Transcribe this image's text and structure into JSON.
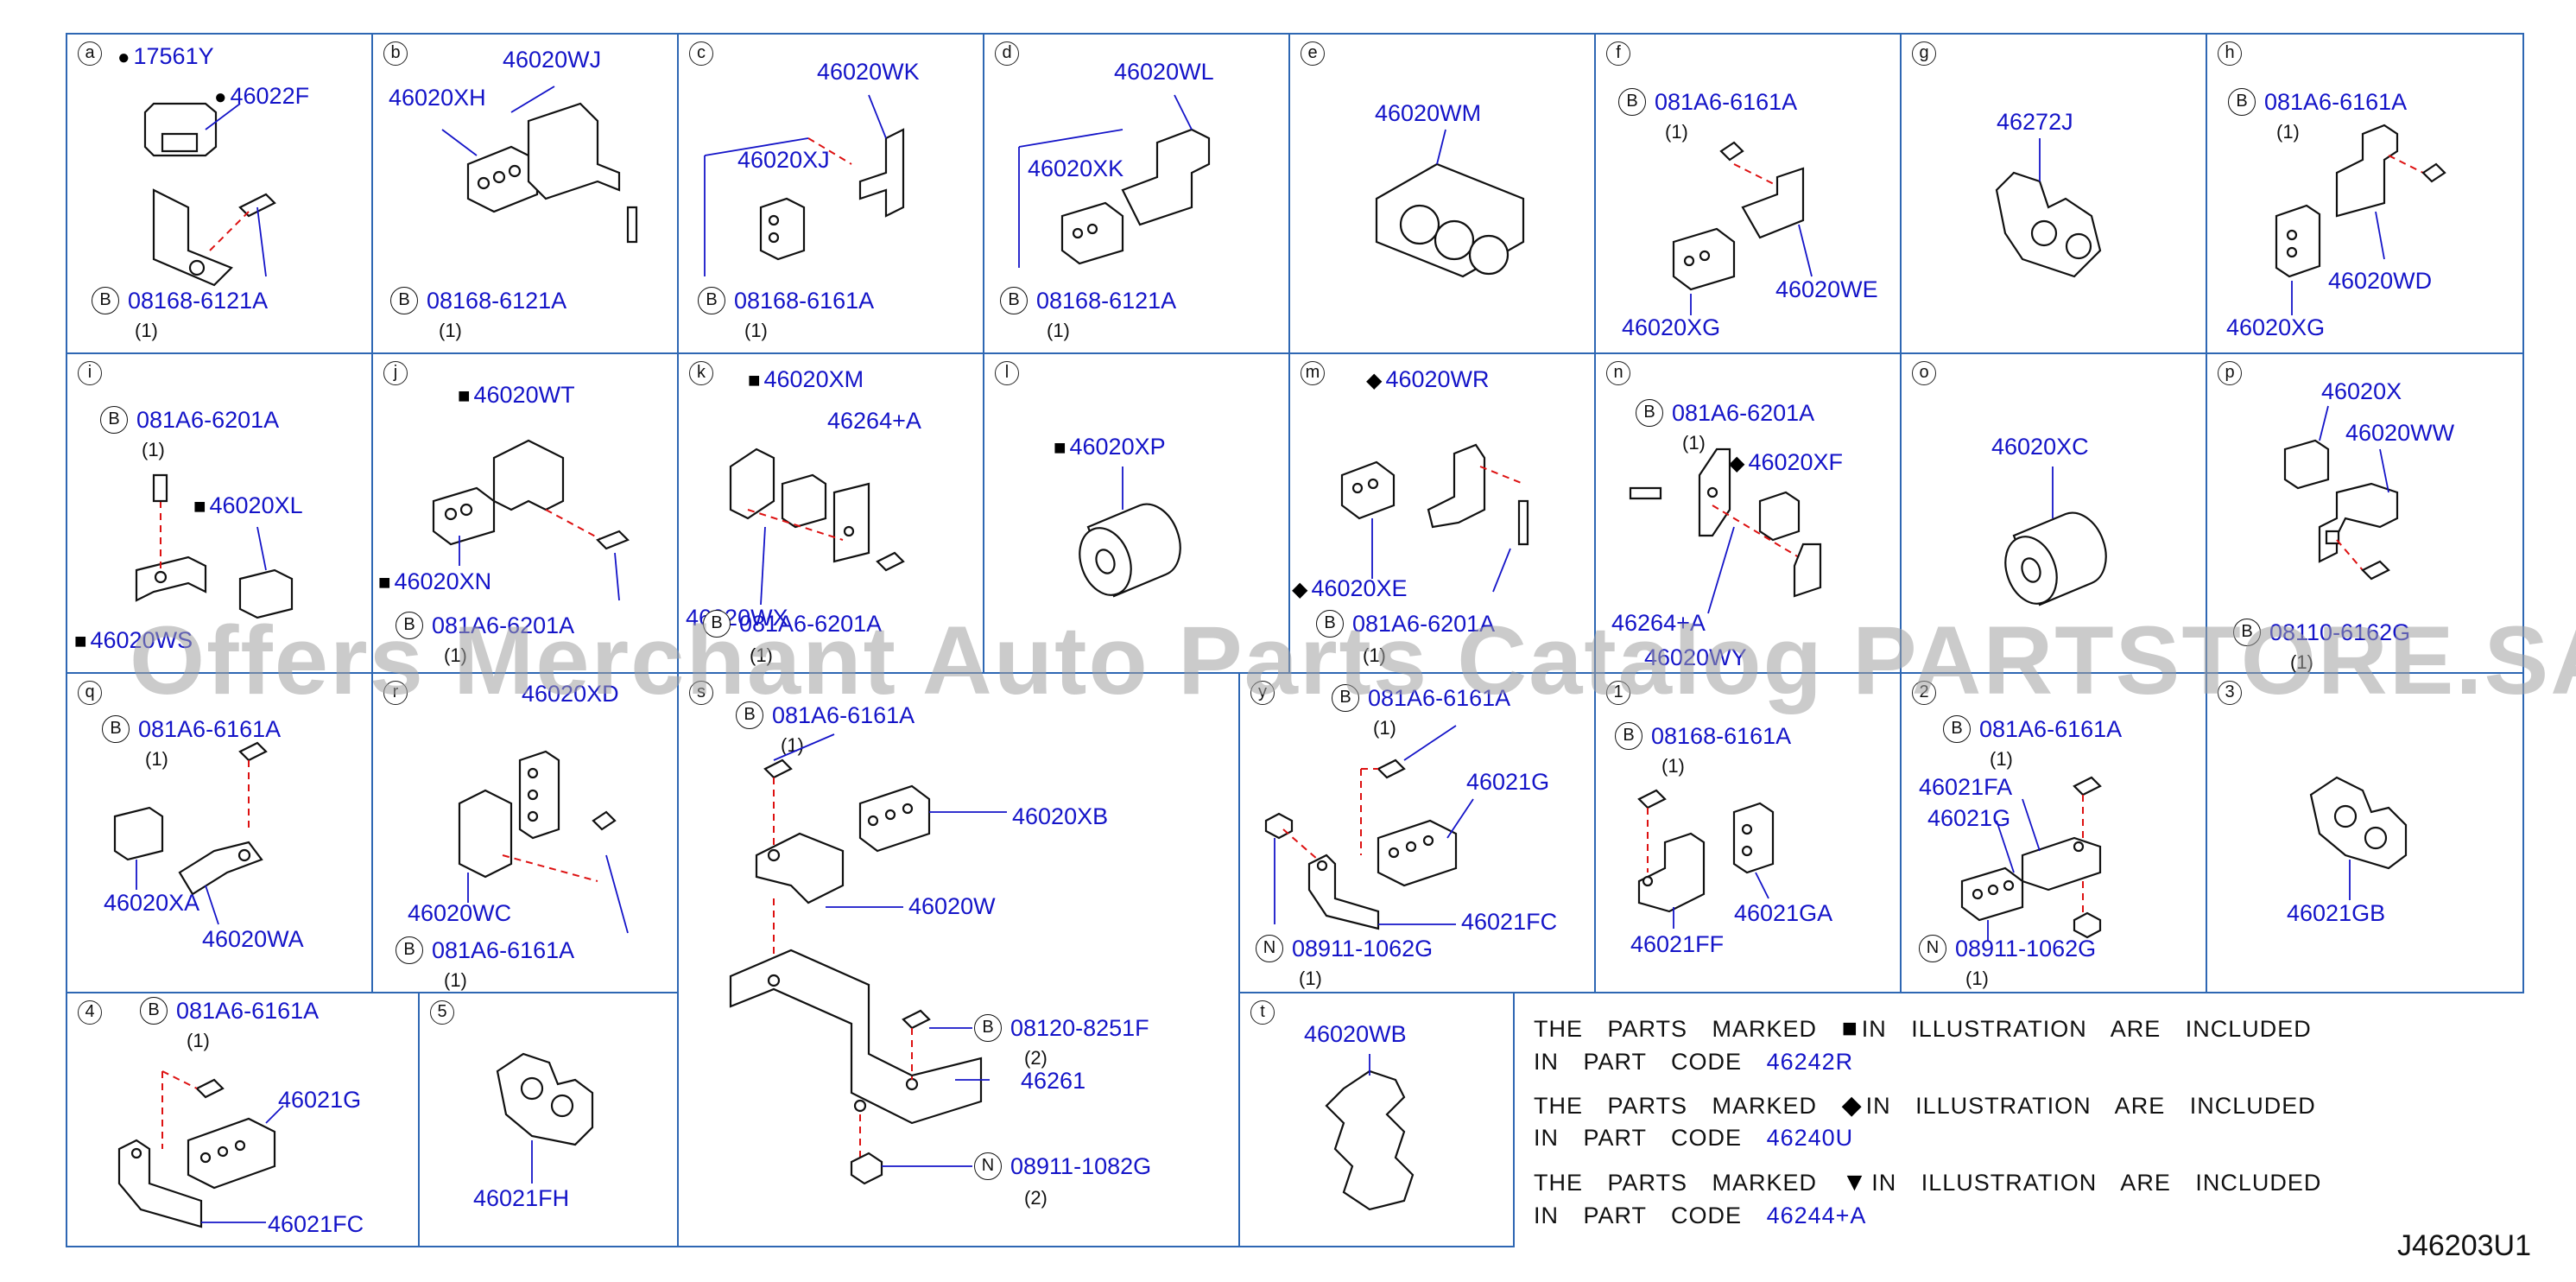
{
  "watermark": "Offers Merchant Auto Parts Catalog PARTSTORE.SA",
  "diagram_code": "J46203U1",
  "cells": {
    "a": {
      "letter": "a",
      "p1": "17561Y",
      "p2": "46022F",
      "bolt": "08168-6121A",
      "qty": "(1)"
    },
    "b": {
      "letter": "b",
      "p1": "46020WJ",
      "p2": "46020XH",
      "bolt": "08168-6121A",
      "qty": "(1)"
    },
    "c": {
      "letter": "c",
      "p1": "46020WK",
      "p2": "46020XJ",
      "bolt": "08168-6161A",
      "qty": "(1)"
    },
    "d": {
      "letter": "d",
      "p1": "46020WL",
      "p2": "46020XK",
      "bolt": "08168-6121A",
      "qty": "(1)"
    },
    "e": {
      "letter": "e",
      "p1": "46020WM"
    },
    "f": {
      "letter": "f",
      "bolt": "081A6-6161A",
      "qty": "(1)",
      "p1": "46020WE",
      "p2": "46020XG"
    },
    "g": {
      "letter": "g",
      "p1": "46272J"
    },
    "h": {
      "letter": "h",
      "bolt": "081A6-6161A",
      "qty": "(1)",
      "p1": "46020WD",
      "p2": "46020XG"
    },
    "i": {
      "letter": "i",
      "bolt": "081A6-6201A",
      "qty": "(1)",
      "p1": "46020XL",
      "p2": "46020WS"
    },
    "j": {
      "letter": "j",
      "p1": "46020WT",
      "p2": "46020XN",
      "bolt": "081A6-6201A",
      "qty": "(1)"
    },
    "k": {
      "letter": "k",
      "p1": "46020XM",
      "p2": "46264+A",
      "p3": "46020WX",
      "bolt": "081A6-6201A",
      "qty": "(1)"
    },
    "l": {
      "letter": "l",
      "p1": "46020XP"
    },
    "m": {
      "letter": "m",
      "p1": "46020WR",
      "p2": "46020XE",
      "bolt": "081A6-6201A",
      "qty": "(1)"
    },
    "n": {
      "letter": "n",
      "bolt": "081A6-6201A",
      "qty": "(1)",
      "p1": "46020XF",
      "p2": "46264+A",
      "p3": "46020WY"
    },
    "o": {
      "letter": "o",
      "p1": "46020XC"
    },
    "p": {
      "letter": "p",
      "p1": "46020X",
      "p2": "46020WW",
      "bolt": "08110-6162G",
      "qty": "(1)"
    },
    "q": {
      "letter": "q",
      "bolt": "081A6-6161A",
      "qty": "(1)",
      "p1": "46020XA",
      "p2": "46020WA"
    },
    "r": {
      "letter": "r",
      "p1": "46020XD",
      "p2": "46020WC",
      "bolt": "081A6-6161A",
      "qty": "(1)"
    },
    "s": {
      "letter": "s",
      "bolt": "081A6-6161A",
      "qty": "(1)",
      "p1": "46020XB",
      "p2": "46020W",
      "bolt2": "08120-8251F",
      "qty2": "(2)",
      "p3": "46261",
      "nut": "08911-1082G",
      "qty3": "(2)"
    },
    "y": {
      "letter": "y",
      "bolt": "081A6-6161A",
      "qty": "(1)",
      "p1": "46021G",
      "p2": "46021FC",
      "nut": "08911-1062G",
      "qty2": "(1)"
    },
    "one": {
      "letter": "1",
      "bolt": "08168-6161A",
      "qty": "(1)",
      "p1": "46021GA",
      "p2": "46021FF"
    },
    "two": {
      "letter": "2",
      "bolt": "081A6-6161A",
      "qty": "(1)",
      "p1": "46021FA",
      "p2": "46021G",
      "nut": "08911-1062G",
      "qty2": "(1)"
    },
    "three": {
      "letter": "3",
      "p1": "46021GB"
    },
    "four": {
      "letter": "4",
      "bolt": "081A6-6161A",
      "qty": "(1)",
      "p1": "46021G",
      "p2": "46021FC"
    },
    "five": {
      "letter": "5",
      "p1": "46021FH"
    },
    "t": {
      "letter": "t",
      "p1": "46020WB"
    }
  },
  "legend": {
    "row1_a": "THE PARTS MARKED",
    "row1_b": "IN ILLUSTRATION ARE INCLUDED",
    "row1_c": "IN PART CODE",
    "row1_code": "46242R",
    "row2_a": "THE PARTS MARKED",
    "row2_b": "IN ILLUSTRATION ARE INCLUDED",
    "row2_c": "IN PART CODE",
    "row2_code": "46240U",
    "row3_a": "THE PARTS MARKED",
    "row3_b": "IN ILLUSTRATION ARE INCLUDED",
    "row3_c": "IN PART CODE",
    "row3_code": "46244+A"
  },
  "symbols": {
    "circle": "●",
    "square": "■",
    "diamond": "◆",
    "triangle": "▼",
    "bolt_letter": "B",
    "nut_letter": "N"
  }
}
